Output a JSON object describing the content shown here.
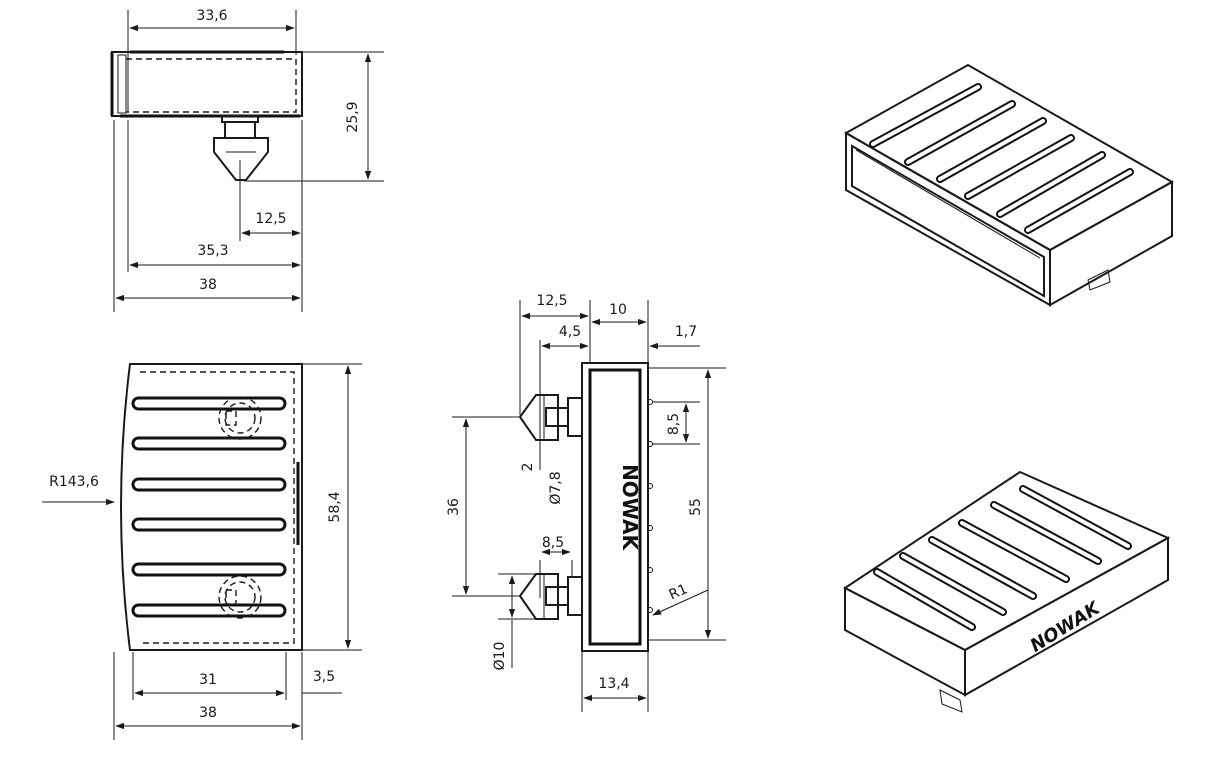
{
  "top_view": {
    "dims": [
      "33,6",
      "25,9",
      "12,5",
      "35,3",
      "38"
    ]
  },
  "front_view": {
    "dims": [
      "R143,6",
      "58,4",
      "31",
      "3,5",
      "38"
    ]
  },
  "side_view": {
    "dims": [
      "12,5",
      "10",
      "4,5",
      "1,7",
      "8,5",
      "2",
      "Ø7,8",
      "36",
      "55",
      "8,5",
      "R1",
      "Ø10",
      "13,4"
    ],
    "logo": "NOWAK"
  },
  "iso_view": {
    "logo": "NOWAK"
  }
}
